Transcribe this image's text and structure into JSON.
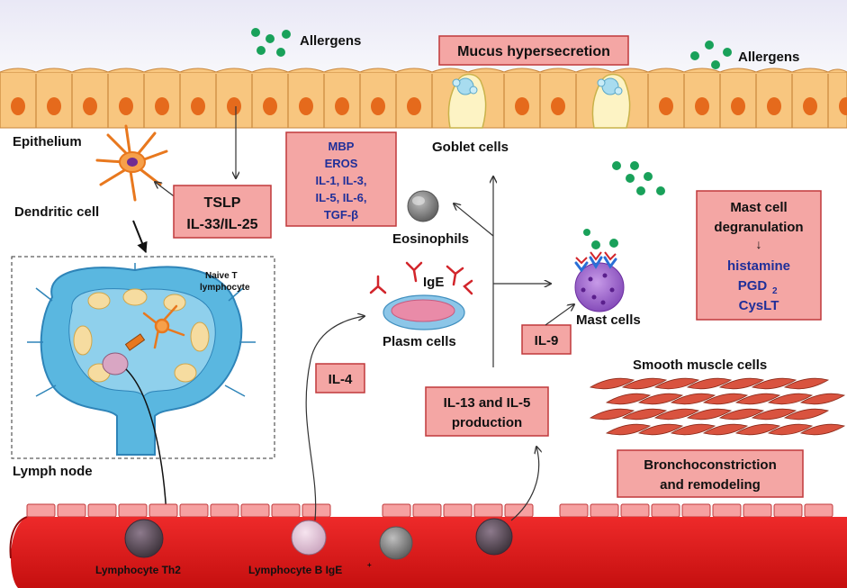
{
  "labels": {
    "allergens_left": "Allergens",
    "allergens_right": "Allergens",
    "epithelium": "Epithelium",
    "dendritic_cell": "Dendritic cell",
    "goblet_cells": "Goblet cells",
    "eosinophils": "Eosinophils",
    "ige": "IgE",
    "plasm_cells": "Plasm cells",
    "mast_cells": "Mast cells",
    "naive_t_line1": "Naive T",
    "naive_t_line2": "lymphocyte",
    "lymph_node": "Lymph node",
    "smooth_muscle": "Smooth muscle cells",
    "lymphocyte_th2": "Lymphocyte Th2",
    "lymphocyte_b": "Lymphocyte B IgE",
    "lymphocyte_b_sup": "+"
  },
  "boxes": {
    "mucus": "Mucus hypersecretion",
    "tslp_line1": "TSLP",
    "tslp_line2": "IL-33/IL-25",
    "mediators": [
      "MBP",
      "EROS",
      "IL-1, IL-3,",
      "IL-5, IL-6,",
      "TGF-β"
    ],
    "mast_degran_line1": "Mast cell",
    "mast_degran_line2": "degranulation",
    "mast_degran_arrow": "↓",
    "mast_mediator_1": "histamine",
    "mast_mediator_2": "PGD",
    "mast_mediator_2_sub": "2",
    "mast_mediator_3": "CysLT",
    "il9": "IL-9",
    "il4": "IL-4",
    "il13_line1": "IL-13 and IL-5",
    "il13_line2": "production",
    "broncho_line1": "Bronchoconstriction",
    "broncho_line2": "and remodeling"
  },
  "colors": {
    "box_fill": "#f4a6a4",
    "box_stroke": "#c0393b",
    "epithelium_fill": "#f8c67f",
    "nucleus": "#e56a1c",
    "blood": "#d81616",
    "lymph": "#5ab7e0",
    "allergen": "#19a15a",
    "mediator_text": "#1f2f99"
  }
}
